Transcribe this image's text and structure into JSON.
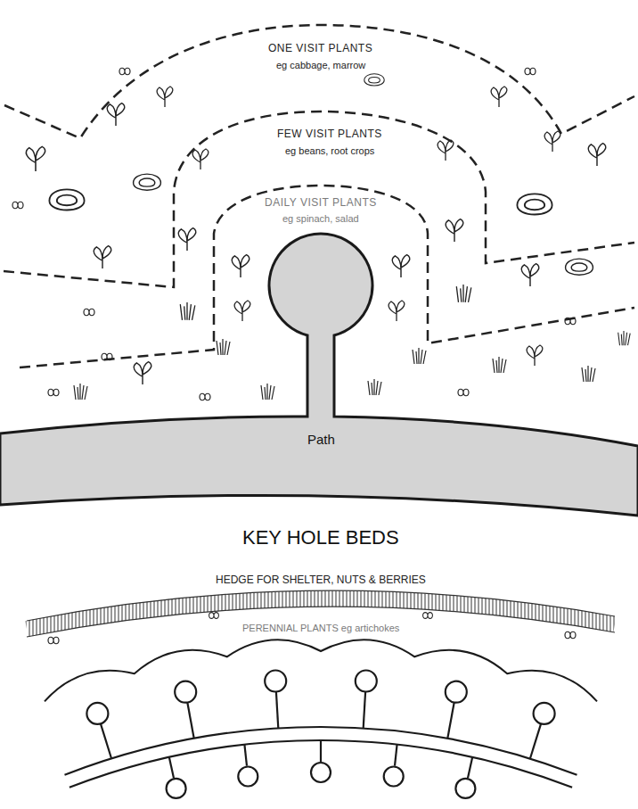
{
  "diagram": {
    "title": "KEY HOLE BEDS",
    "nodes": [
      {
        "text": [
          "ONE VISIT PLANTS",
          "eg cabbage, marrow"
        ]
      },
      {
        "text": [
          "FEW VISIT PLANTS",
          "eg beans, root crops"
        ],
        "in": 0
      },
      {
        "text": [
          "DAILY VISIT PLANTS",
          "eg spinach, salad"
        ],
        "in": 1
      }
    ],
    "labels": [
      "Path",
      "HEDGE FOR SHELTER, NUTS & BERRIES",
      "PERENNIAL PLANTS eg artichokes"
    ]
  }
}
